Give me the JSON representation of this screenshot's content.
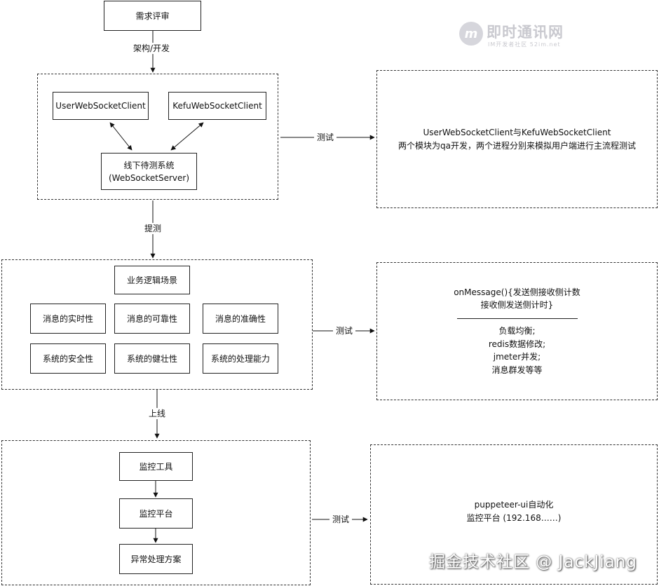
{
  "nodes": {
    "req_review": "需求评审",
    "user_client": "UserWebSocketClient",
    "kefu_client": "KefuWebSocketClient",
    "offline_system": "线下待测系统\n(WebSocketServer)",
    "business_logic": "业务逻辑场景",
    "msg_realtime": "消息的实时性",
    "msg_reliable": "消息的可靠性",
    "msg_accuracy": "消息的准确性",
    "sys_security": "系统的安全性",
    "sys_robust": "系统的健壮性",
    "sys_processing": "系统的处理能力",
    "monitor_tool": "监控工具",
    "monitor_platform": "监控平台",
    "exception_plan": "异常处理方案"
  },
  "edge_labels": {
    "arch_dev": "架构/开发",
    "test1": "测试",
    "submit_test": "提测",
    "test2": "测试",
    "go_live": "上线",
    "test3": "测试"
  },
  "notes": {
    "note1": {
      "line1": "UserWebSocketClient与KefuWebSocketClient",
      "line2": "两个模块为qa开发，两个进程分别来模拟用户端进行主流程测试"
    },
    "note2": {
      "line1": "onMessage(){发送侧接收侧计数",
      "line2": "接收侧发送侧计时}",
      "items": [
        "负载均衡;",
        "redis数据修改;",
        "jmeter并发;",
        "消息群发等等"
      ]
    },
    "note3": {
      "line1": "puppeteer-ui自动化",
      "line2": "监控平台 (192.168……)"
    }
  },
  "branding": {
    "logo_mark": "m",
    "logo_text": "即时通讯网",
    "logo_sub": "IM开发者社区 52im.net",
    "watermark": "掘金技术社区 @ JackJiang"
  }
}
